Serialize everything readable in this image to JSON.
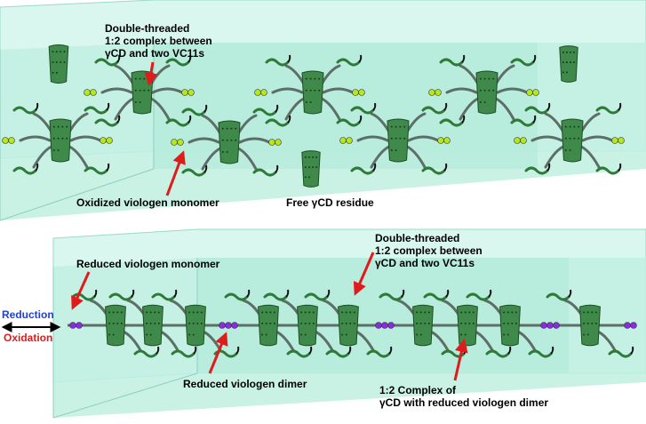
{
  "top_panel": {
    "labels": {
      "complex_line1": "Double-threaded",
      "complex_line2": "1:2 complex between",
      "complex_line3": "γCD and two VC11s",
      "oxidized_monomer": "Oxidized viologen monomer",
      "free_cd": "Free γCD residue"
    }
  },
  "bottom_panel": {
    "labels": {
      "reduced_monomer": "Reduced viologen monomer",
      "complex_line1": "Double-threaded",
      "complex_line2": "1:2 complex between",
      "complex_line3": "γCD and two VC11s",
      "reduced_dimer": "Reduced viologen dimer",
      "dimer_complex_line1": "1:2 Complex of",
      "dimer_complex_line2": "γCD with reduced viologen dimer"
    }
  },
  "switch": {
    "reduction": "Reduction",
    "oxidation": "Oxidation"
  },
  "colors": {
    "box_fill": "#c6f3e6",
    "box_edge": "#8ecfbf",
    "cyclodextrin": "#3f8a4a",
    "oxidized_viologen": "#b6e61c",
    "reduced_viologen": "#8a2be2",
    "arrow": "#e01b1b",
    "reduction_text": "#1f3fd6",
    "oxidation_text": "#e01b1b"
  }
}
